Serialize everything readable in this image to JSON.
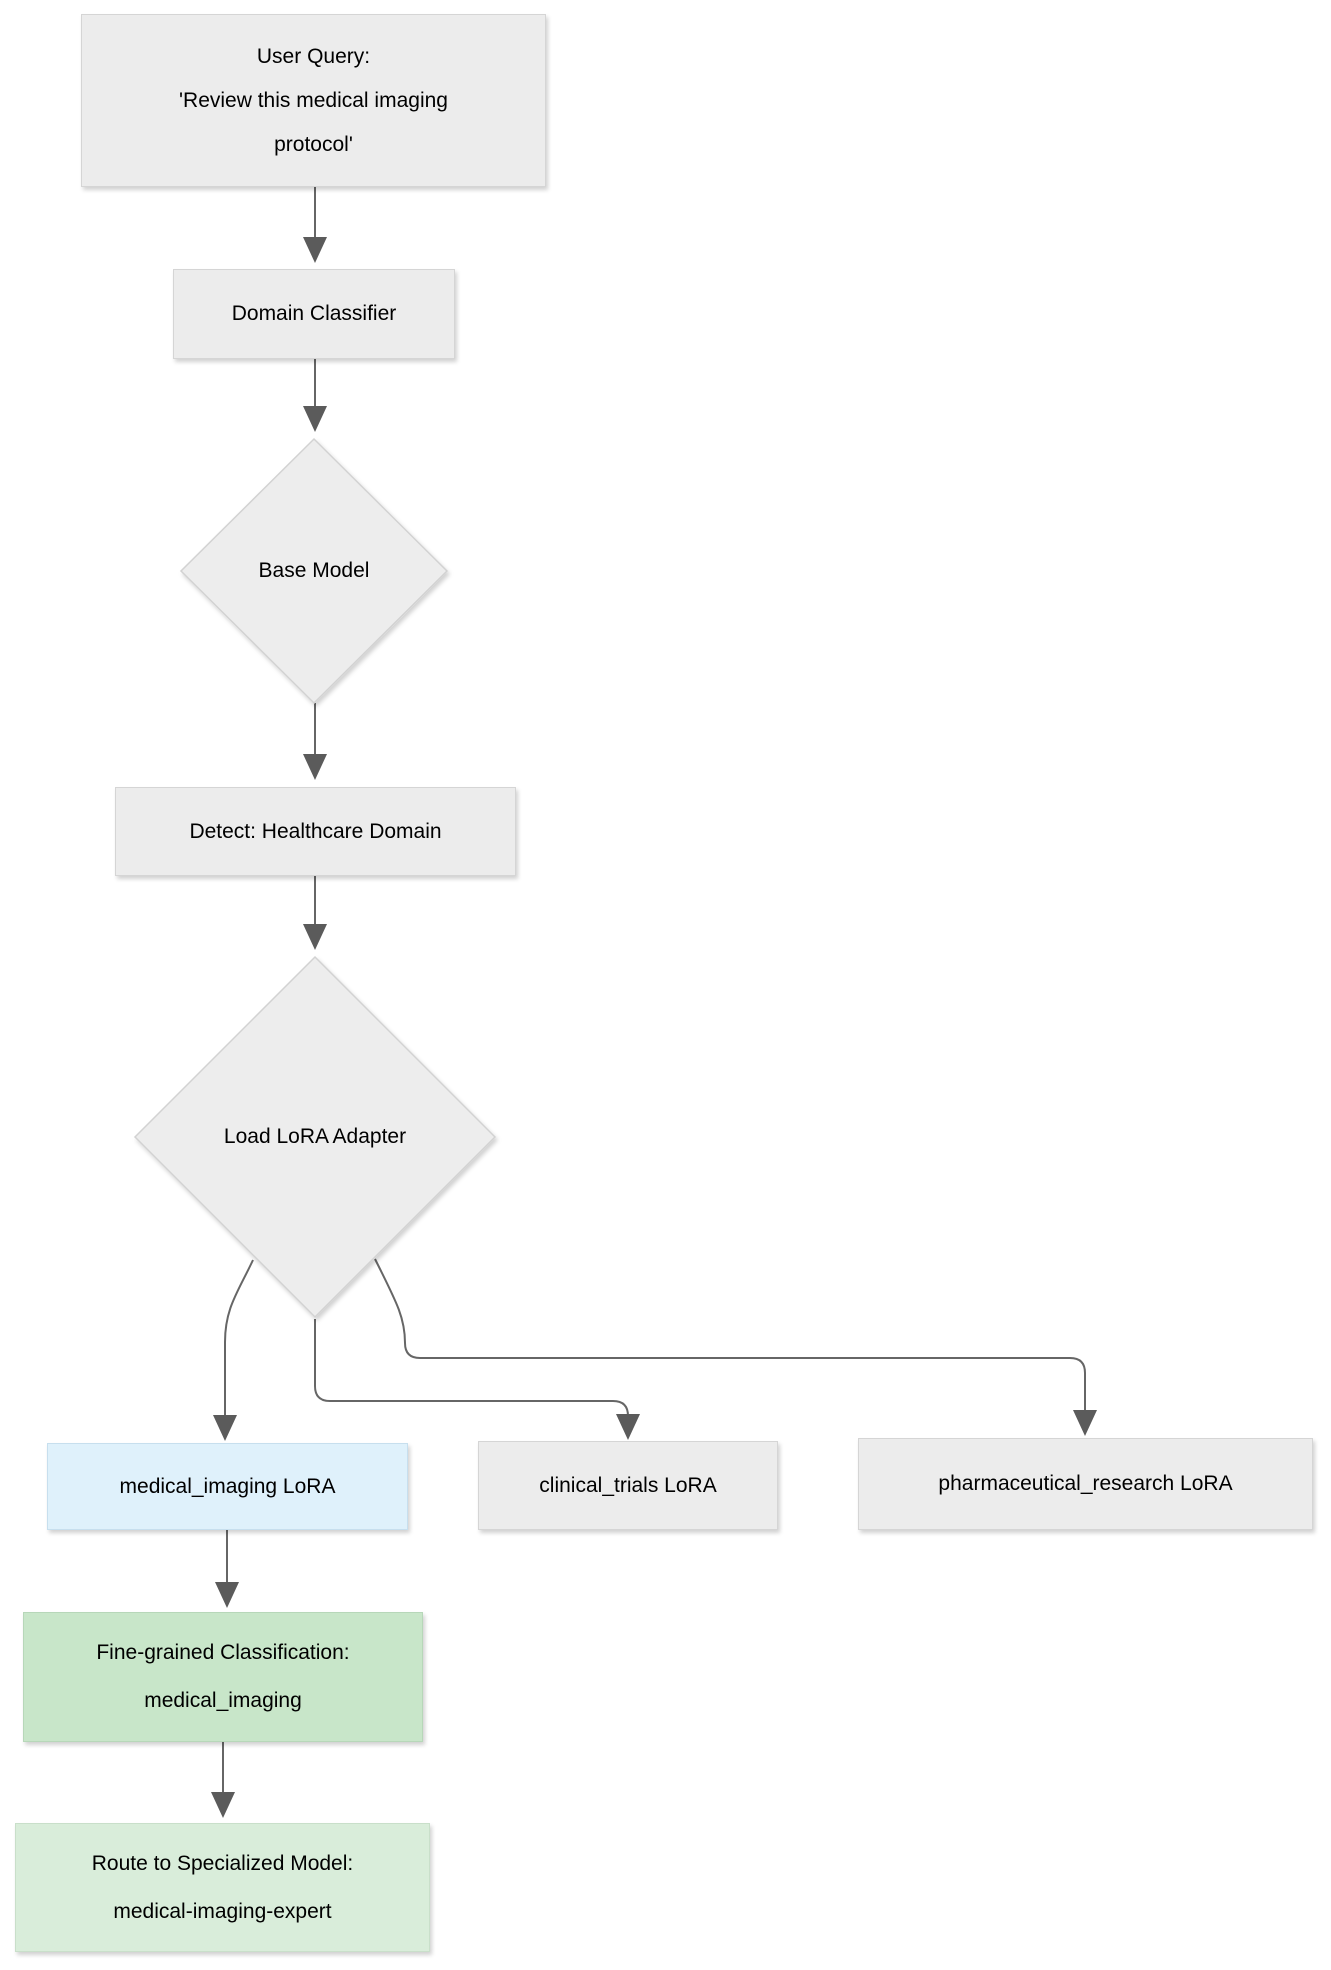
{
  "diagram": {
    "type": "flowchart",
    "direction": "top-down",
    "nodes": {
      "user_query": {
        "shape": "rect",
        "fill": "#ececec",
        "lines": [
          "User Query:",
          "'Review this medical imaging",
          "protocol'"
        ]
      },
      "domain_classifier": {
        "shape": "rect",
        "fill": "#ececec",
        "label": "Domain Classifier"
      },
      "base_model": {
        "shape": "diamond",
        "fill": "#ededed",
        "label": "Base Model"
      },
      "detect_healthcare": {
        "shape": "rect",
        "fill": "#ececec",
        "label": "Detect: Healthcare Domain"
      },
      "load_lora_adapter": {
        "shape": "diamond",
        "fill": "#ededed",
        "label": "Load LoRA Adapter"
      },
      "medical_imaging_lora": {
        "shape": "rect",
        "fill": "#dff1fb",
        "label": "medical_imaging LoRA"
      },
      "clinical_trials_lora": {
        "shape": "rect",
        "fill": "#ececec",
        "label": "clinical_trials LoRA"
      },
      "pharmaceutical_research_lora": {
        "shape": "rect",
        "fill": "#ececec",
        "label": "pharmaceutical_research LoRA"
      },
      "fine_grained_classification": {
        "shape": "rect",
        "fill": "#c8e6c9",
        "lines": [
          "Fine-grained Classification:",
          "medical_imaging"
        ]
      },
      "route_specialized": {
        "shape": "rect",
        "fill": "#d9edda",
        "lines": [
          "Route to Specialized Model:",
          "medical-imaging-expert"
        ]
      }
    },
    "edges": [
      {
        "from": "user_query",
        "to": "domain_classifier"
      },
      {
        "from": "domain_classifier",
        "to": "base_model"
      },
      {
        "from": "base_model",
        "to": "detect_healthcare"
      },
      {
        "from": "detect_healthcare",
        "to": "load_lora_adapter"
      },
      {
        "from": "load_lora_adapter",
        "to": "medical_imaging_lora"
      },
      {
        "from": "load_lora_adapter",
        "to": "clinical_trials_lora"
      },
      {
        "from": "load_lora_adapter",
        "to": "pharmaceutical_research_lora"
      },
      {
        "from": "medical_imaging_lora",
        "to": "fine_grained_classification"
      },
      {
        "from": "fine_grained_classification",
        "to": "route_specialized"
      }
    ],
    "colors": {
      "edge_stroke": "#666666",
      "arrowhead": "#5b5b5b",
      "gray_fill": "#ececec",
      "blue_fill": "#dff1fb",
      "green_dark_fill": "#c8e6c9",
      "green_light_fill": "#d9edda",
      "text": "#000000",
      "background": "#ffffff"
    }
  }
}
